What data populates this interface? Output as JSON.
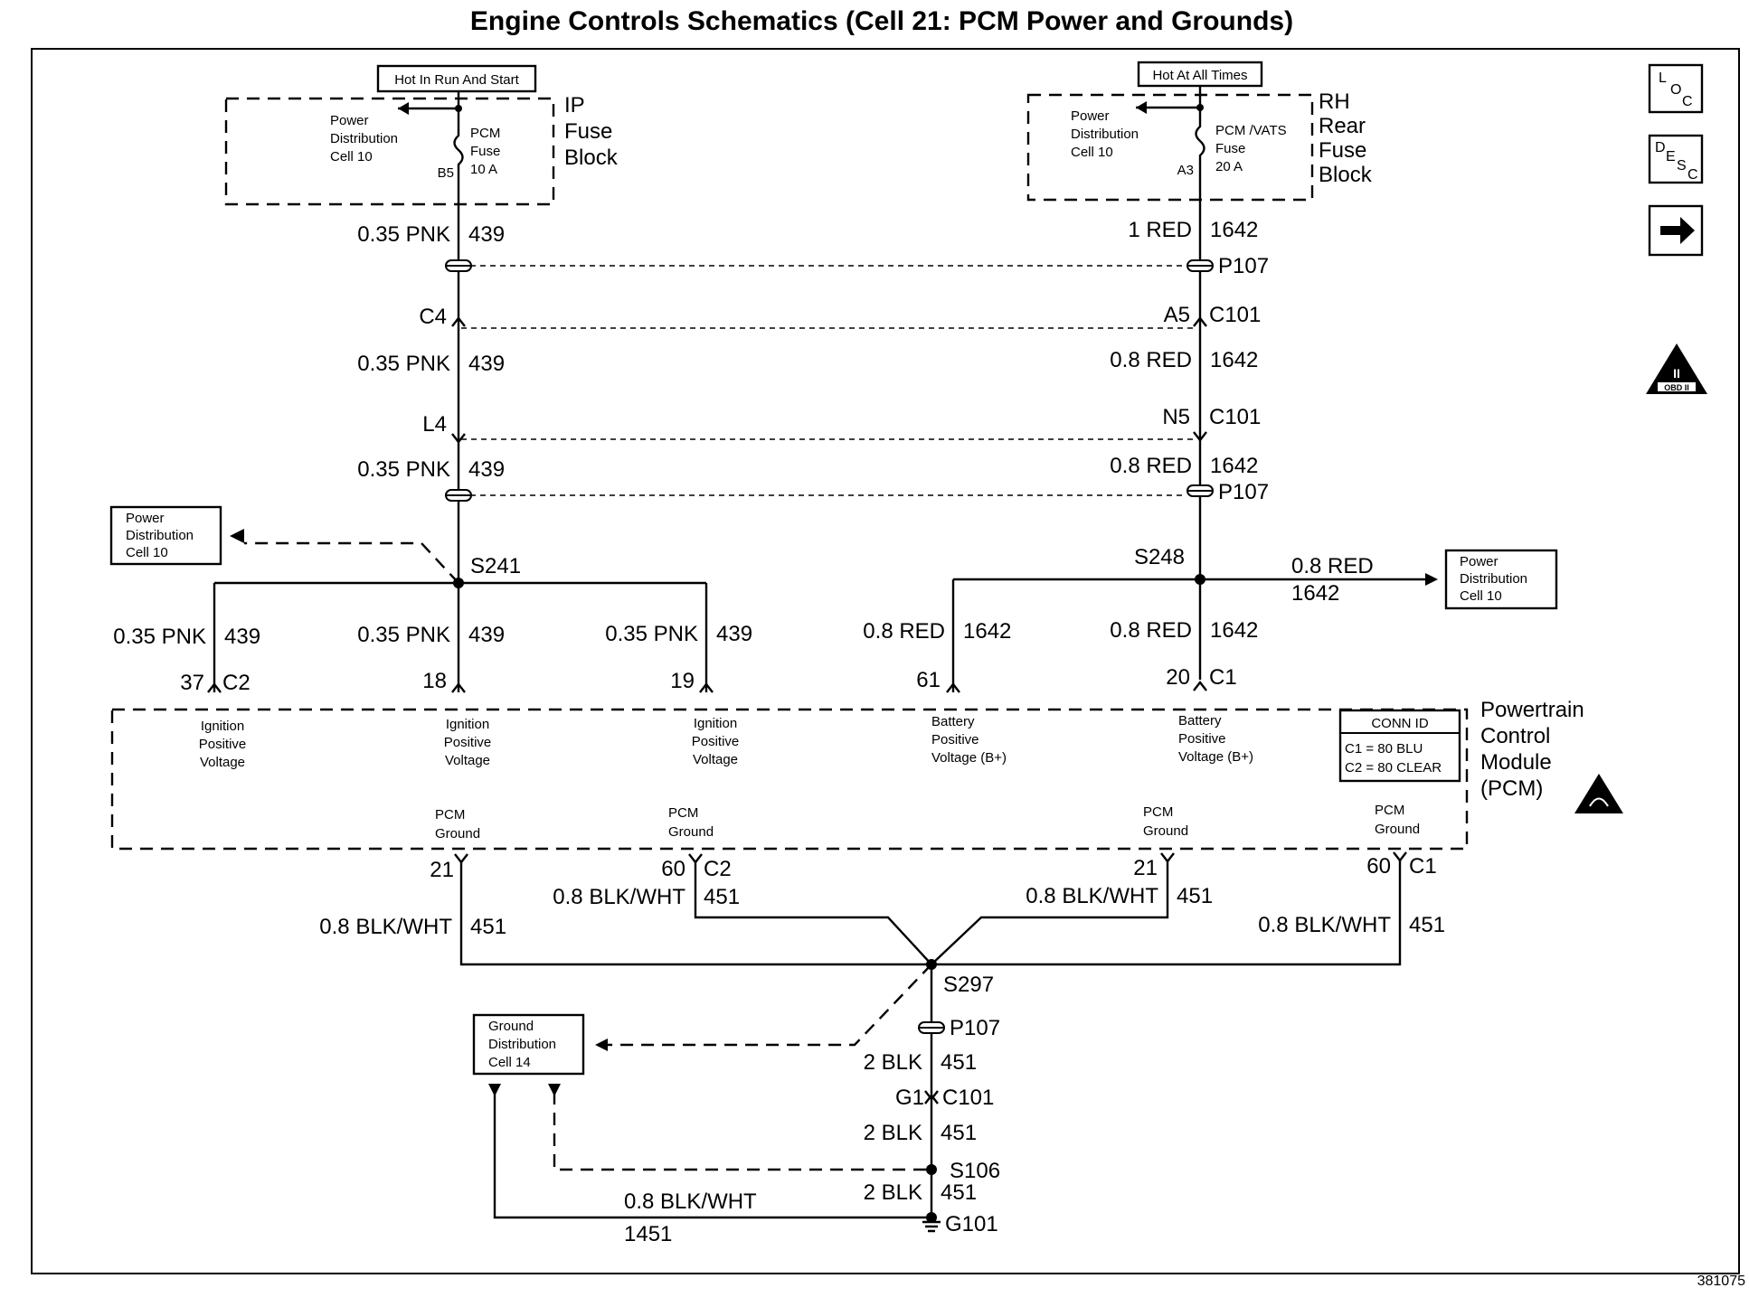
{
  "title": "Engine Controls Schematics (Cell 21: PCM Power and Grounds)",
  "figure_number": "381075",
  "side_icons": [
    "LOC",
    "DESC",
    "→",
    "OBD II"
  ],
  "ip_fuse_block": {
    "tag": "Hot In Run And Start",
    "label_lines": [
      "IP",
      "Fuse",
      "Block"
    ],
    "power_dist_lines": [
      "Power",
      "Distribution",
      "Cell 10"
    ],
    "fuse_lines": [
      "PCM",
      "Fuse",
      "10 A"
    ],
    "pin": "B5"
  },
  "rh_fuse_block": {
    "tag": "Hot At All Times",
    "label_lines": [
      "RH",
      "Rear",
      "Fuse",
      "Block"
    ],
    "power_dist_lines": [
      "Power",
      "Distribution",
      "Cell 10"
    ],
    "fuse_lines": [
      "PCM /VATS",
      "Fuse",
      "20 A"
    ],
    "pin": "A3"
  },
  "wires": {
    "pnk_color": "0.35 PNK",
    "pnk_circuit": "439",
    "red_1": "1 RED",
    "red_08": "0.8 RED",
    "red_circuit": "1642",
    "blkwht": "0.8 BLK/WHT",
    "gnd_circuit": "451",
    "blk2": "2 BLK",
    "ground_circuit_2": "1451"
  },
  "connectors": {
    "p107": "P107",
    "c4": "C4",
    "l4": "L4",
    "a5": "A5",
    "n5": "N5",
    "c101": "C101",
    "g1": "G1",
    "c1": "C1",
    "c2": "C2",
    "s241": "S241",
    "s248": "S248",
    "s297": "S297",
    "s106": "S106",
    "g101": "G101"
  },
  "pins": {
    "p37": "37",
    "p18": "18",
    "p19": "19",
    "p61": "61",
    "p20": "20",
    "p21": "21",
    "p60": "60"
  },
  "power_dist_box_lines": [
    "Power",
    "Distribution",
    "Cell 10"
  ],
  "ground_dist_box_lines": [
    "Ground",
    "Distribution",
    "Cell 14"
  ],
  "pcm": {
    "label_lines": [
      "Powertrain",
      "Control",
      "Module",
      "(PCM)"
    ],
    "ign_lines": [
      "Ignition",
      "Positive",
      "Voltage"
    ],
    "bat_lines": [
      "Battery",
      "Positive",
      "Voltage (B+)"
    ],
    "gnd_lines": [
      "PCM",
      "Ground"
    ],
    "conn_id_title": "CONN ID",
    "conn_id_lines": [
      "C1 = 80 BLU",
      "C2 = 80 CLEAR"
    ]
  }
}
